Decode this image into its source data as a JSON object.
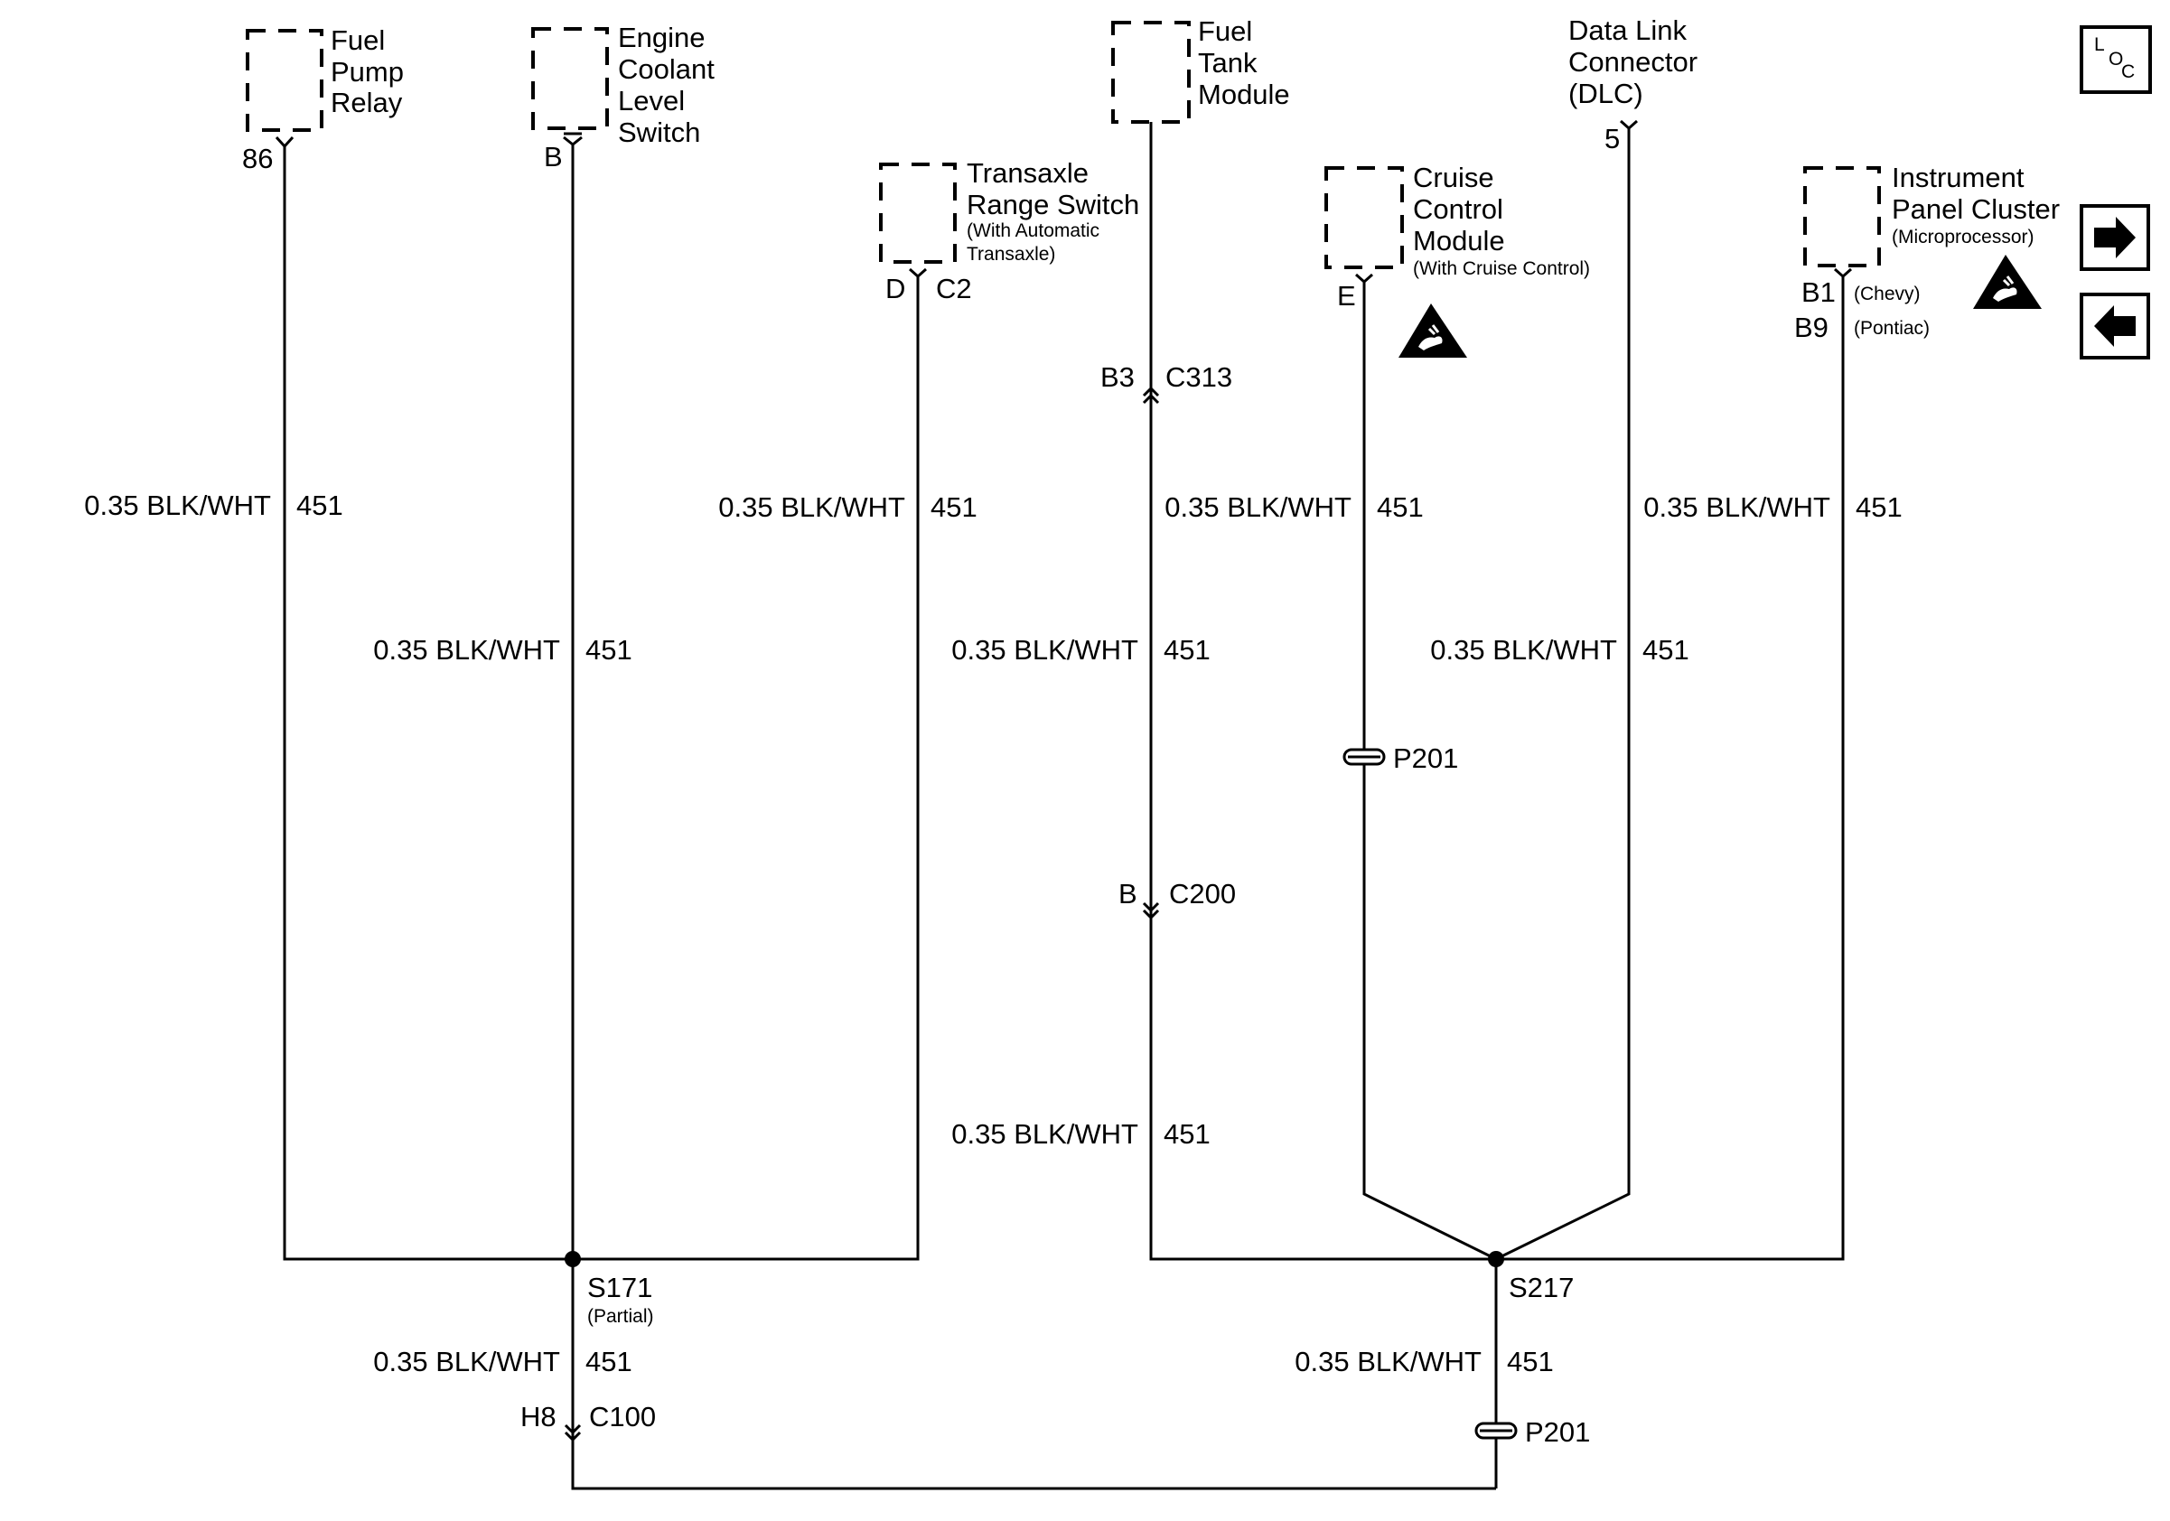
{
  "components": {
    "fuel_pump_relay": {
      "label": [
        "Fuel",
        "Pump",
        "Relay"
      ],
      "pin": "86"
    },
    "engine_coolant_level_switch": {
      "label": [
        "Engine",
        "Coolant",
        "Level",
        "Switch"
      ],
      "pin": "B"
    },
    "transaxle_range_switch": {
      "label": [
        "Transaxle",
        "Range Switch"
      ],
      "note": [
        "(With Automatic",
        "Transaxle)"
      ],
      "pin": "D",
      "connector": "C2"
    },
    "fuel_tank_module": {
      "label": [
        "Fuel",
        "Tank",
        "Module"
      ]
    },
    "cruise_control_module": {
      "label": [
        "Cruise",
        "Control",
        "Module"
      ],
      "note": "(With Cruise Control)",
      "pin": "E"
    },
    "data_link_connector": {
      "label": [
        "Data Link",
        "Connector",
        "(DLC)"
      ],
      "pin": "5"
    },
    "instrument_panel_cluster": {
      "label": [
        "Instrument",
        "Panel Cluster"
      ],
      "note": "(Microprocessor)",
      "pins": [
        {
          "pin": "B1",
          "note": "(Chevy)"
        },
        {
          "pin": "B9",
          "note": "(Pontiac)"
        }
      ]
    }
  },
  "wires": {
    "spec": "0.35 BLK/WHT",
    "circuit": "451"
  },
  "connectors": {
    "c313": {
      "pin": "B3",
      "name": "C313"
    },
    "c200": {
      "pin": "B",
      "name": "C200"
    },
    "c100": {
      "pin": "H8",
      "name": "C100"
    },
    "p201_upper": {
      "name": "P201"
    },
    "p201_lower": {
      "name": "P201"
    }
  },
  "splices": {
    "s171": {
      "name": "S171",
      "note": "(Partial)"
    },
    "s217": {
      "name": "S217"
    }
  },
  "nav": {
    "loc_icon": {
      "top": "L",
      "bottom": "O",
      "sub": "C"
    },
    "next_icon": "arrow-right-icon",
    "prev_icon": "arrow-left-icon"
  },
  "icons": [
    "esd-warning-icon"
  ]
}
